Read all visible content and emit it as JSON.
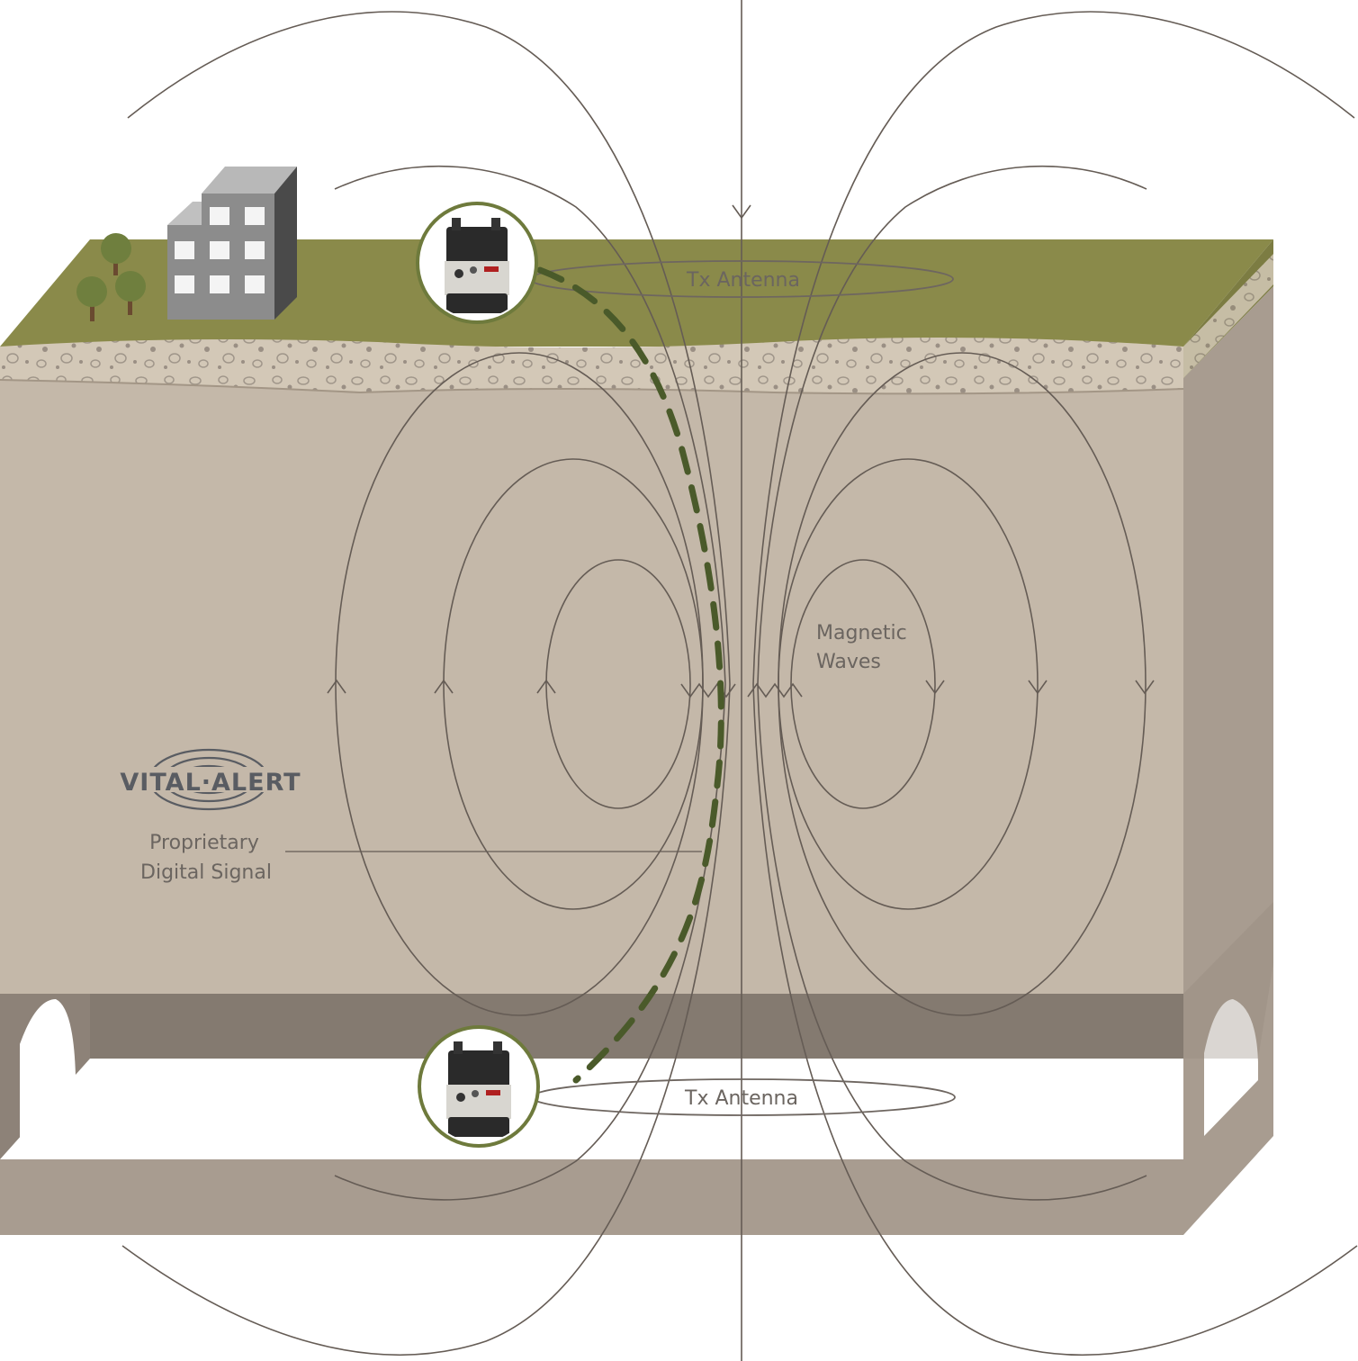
{
  "labels": {
    "tx_antenna_surface": "Tx Antenna",
    "tx_antenna_underground": "Tx Antenna",
    "magnetic_waves_line1": "Magnetic",
    "magnetic_waves_line2": "Waves",
    "signal_line1": "Proprietary",
    "signal_line2": "Digital Signal"
  },
  "logo": {
    "text": "VITAL·ALERT"
  },
  "colors": {
    "grass": "#8a8a4a",
    "gravel": "#d1c5b3",
    "soil": "#c4b8a9",
    "soil_side": "#a89c90",
    "tunnel_ceiling": "#847a70",
    "tunnel_floor": "#a89c90",
    "field_lines": "#655c55",
    "signal": "#4a5a2a",
    "building_front": "#8c8c8c",
    "building_side": "#4a4a4a",
    "building_top": "#b8b8b8",
    "trees": "#6f7f3e",
    "device_ring": "#6e7a3c"
  },
  "icons": [
    "building-icon",
    "tree-icon",
    "transceiver-device-icon",
    "vital-alert-logo-icon"
  ]
}
